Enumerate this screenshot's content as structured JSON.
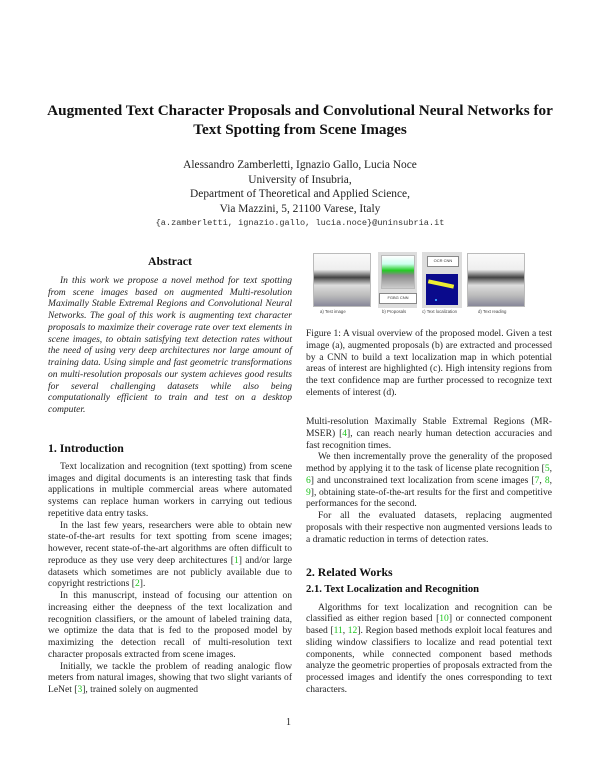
{
  "title": "Augmented Text Character Proposals and Convolutional Neural Networks for Text Spotting from Scene Images",
  "authors": {
    "names": "Alessandro Zamberletti, Ignazio Gallo, Lucia Noce",
    "affiliation1": "University of Insubria,",
    "affiliation2": "Department of Theoretical and Applied Science,",
    "address": "Via Mazzini, 5, 21100 Varese, Italy",
    "email": "{a.zamberletti, ignazio.gallo, lucia.noce}@uninsubria.it"
  },
  "abstract": {
    "heading": "Abstract",
    "text": "In this work we propose a novel method for text spotting from scene images based on augmented Multi-resolution Maximally Stable Extremal Regions and Convolutional Neural Networks. The goal of this work is augmenting text character proposals to maximize their coverage rate over text elements in scene images, to obtain satisfying text detection rates without the need of using very deep architectures nor large amount of training data. Using simple and fast geometric transformations on multi-resolution proposals our system achieves good results for several challenging datasets while also being computationally efficient to train and test on a desktop computer."
  },
  "intro": {
    "heading": "1. Introduction",
    "p1": "Text localization and recognition (text spotting) from scene images and digital documents is an interesting task that finds applications in multiple commercial areas where automated systems can replace human workers in carrying out tedious repetitive data entry tasks.",
    "p2a": "In the last few years, researchers were able to obtain new state-of-the-art results for text spotting from scene images; however, recent state-of-the-art algorithms are often difficult to reproduce as they use very deep architectures ",
    "c1": "1",
    "p2b": " and/or large datasets which sometimes are not publicly available due to copyright restrictions ",
    "c2": "2",
    "p3": "In this manuscript, instead of focusing our attention on increasing either the deepness of the text localization and recognition classifiers, or the amount of labeled training data, we optimize the data that is fed to the proposed model by maximizing the detection recall of multi-resolution text character proposals extracted from scene images.",
    "p4a": "Initially, we tackle the problem of reading analogic flow meters from natural images, showing that two slight variants of LeNet ",
    "c3": "3",
    "p4b": ", trained solely on augmented",
    "p5a": "Multi-resolution Maximally Stable Extremal Regions (MR-MSER) ",
    "c4": "4",
    "p5b": ", can reach nearly human detection accuracies and fast recognition times.",
    "p6a": "We then incrementally prove the generality of the proposed method by applying it to the task of license plate recognition ",
    "c5": "5",
    "c6": "6",
    "p6b": " and unconstrained text localization from scene images ",
    "c7": "7",
    "c8": "8",
    "c9": "9",
    "p6c": ", obtaining state-of-the-art results for the first and competitive performances for the second.",
    "p7": "For all the evaluated datasets, replacing augmented proposals with their respective non augmented versions leads to a dramatic reduction in terms of detection rates."
  },
  "figure": {
    "fgbg_label": "FGBG CNN",
    "ocr_label": "OCR CNN",
    "sub_a": "a) Test image",
    "sub_b": "b) Proposals",
    "sub_c": "c) Text localization",
    "sub_d": "d) Text reading",
    "caption": "Figure 1: A visual overview of the proposed model. Given a test image (a), augmented proposals (b) are extracted and processed by a CNN to build a text localization map in which potential areas of interest are highlighted (c). High intensity regions from the text confidence map are further processed to recognize text elements of interest (d)."
  },
  "related": {
    "heading": "2. Related Works",
    "sub_heading": "2.1. Text Localization and Recognition",
    "p1a": "Algorithms for text localization and recognition can be classified as either region based ",
    "c10": "10",
    "p1b": " or connected component based ",
    "c11": "11",
    "c12": "12",
    "p1c": ". Region based methods exploit local features and sliding window classifiers to localize and read potential text components, while connected component based methods analyze the geometric properties of proposals extracted from the processed images and identify the ones corresponding to text characters."
  },
  "page_number": "1",
  "colors": {
    "citation": "#1fc41f",
    "heatmap_bg": "#0a0a8c"
  }
}
